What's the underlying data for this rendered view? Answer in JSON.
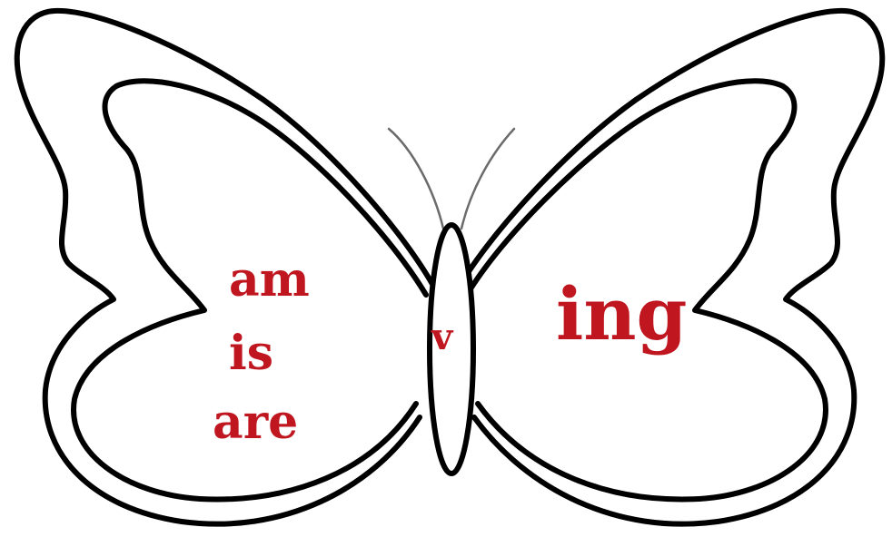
{
  "colors": {
    "outline": "#000000",
    "antenna": "#6b6b6b",
    "text": "#c0161f",
    "background": "#ffffff"
  },
  "left_wing": {
    "words": [
      "am",
      "is",
      "are"
    ]
  },
  "body": {
    "label": "v"
  },
  "right_wing": {
    "suffix": "ing"
  }
}
